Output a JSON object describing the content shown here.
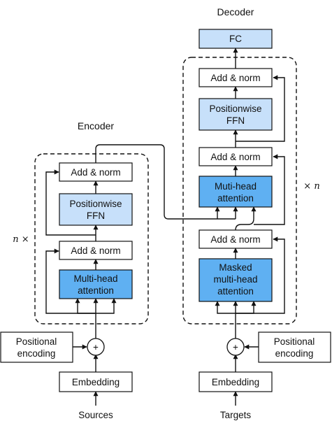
{
  "titles": {
    "encoder": "Encoder",
    "decoder": "Decoder"
  },
  "repeat": {
    "encoder": "n ×",
    "decoder": "× n"
  },
  "encoder": {
    "add_norm_top": "Add & norm",
    "ffn": [
      "Positionwise",
      "FFN"
    ],
    "add_norm_bottom": "Add & norm",
    "attention": [
      "Multi-head",
      "attention"
    ],
    "positional": [
      "Positional",
      "encoding"
    ],
    "embedding": "Embedding",
    "input": "Sources",
    "plus": "+"
  },
  "decoder": {
    "fc": "FC",
    "add_norm_top": "Add & norm",
    "ffn": [
      "Positionwise",
      "FFN"
    ],
    "add_norm_mid": "Add & norm",
    "attention": [
      "Muti-head",
      "attention"
    ],
    "add_norm_bottom": "Add & norm",
    "masked": [
      "Masked",
      "multi-head",
      "attention"
    ],
    "positional": [
      "Positional",
      "encoding"
    ],
    "embedding": "Embedding",
    "input": "Targets",
    "plus": "+"
  },
  "colors": {
    "light_block": "#c7e0fa",
    "attention_block": "#5fb0f2",
    "line": "#111111"
  }
}
